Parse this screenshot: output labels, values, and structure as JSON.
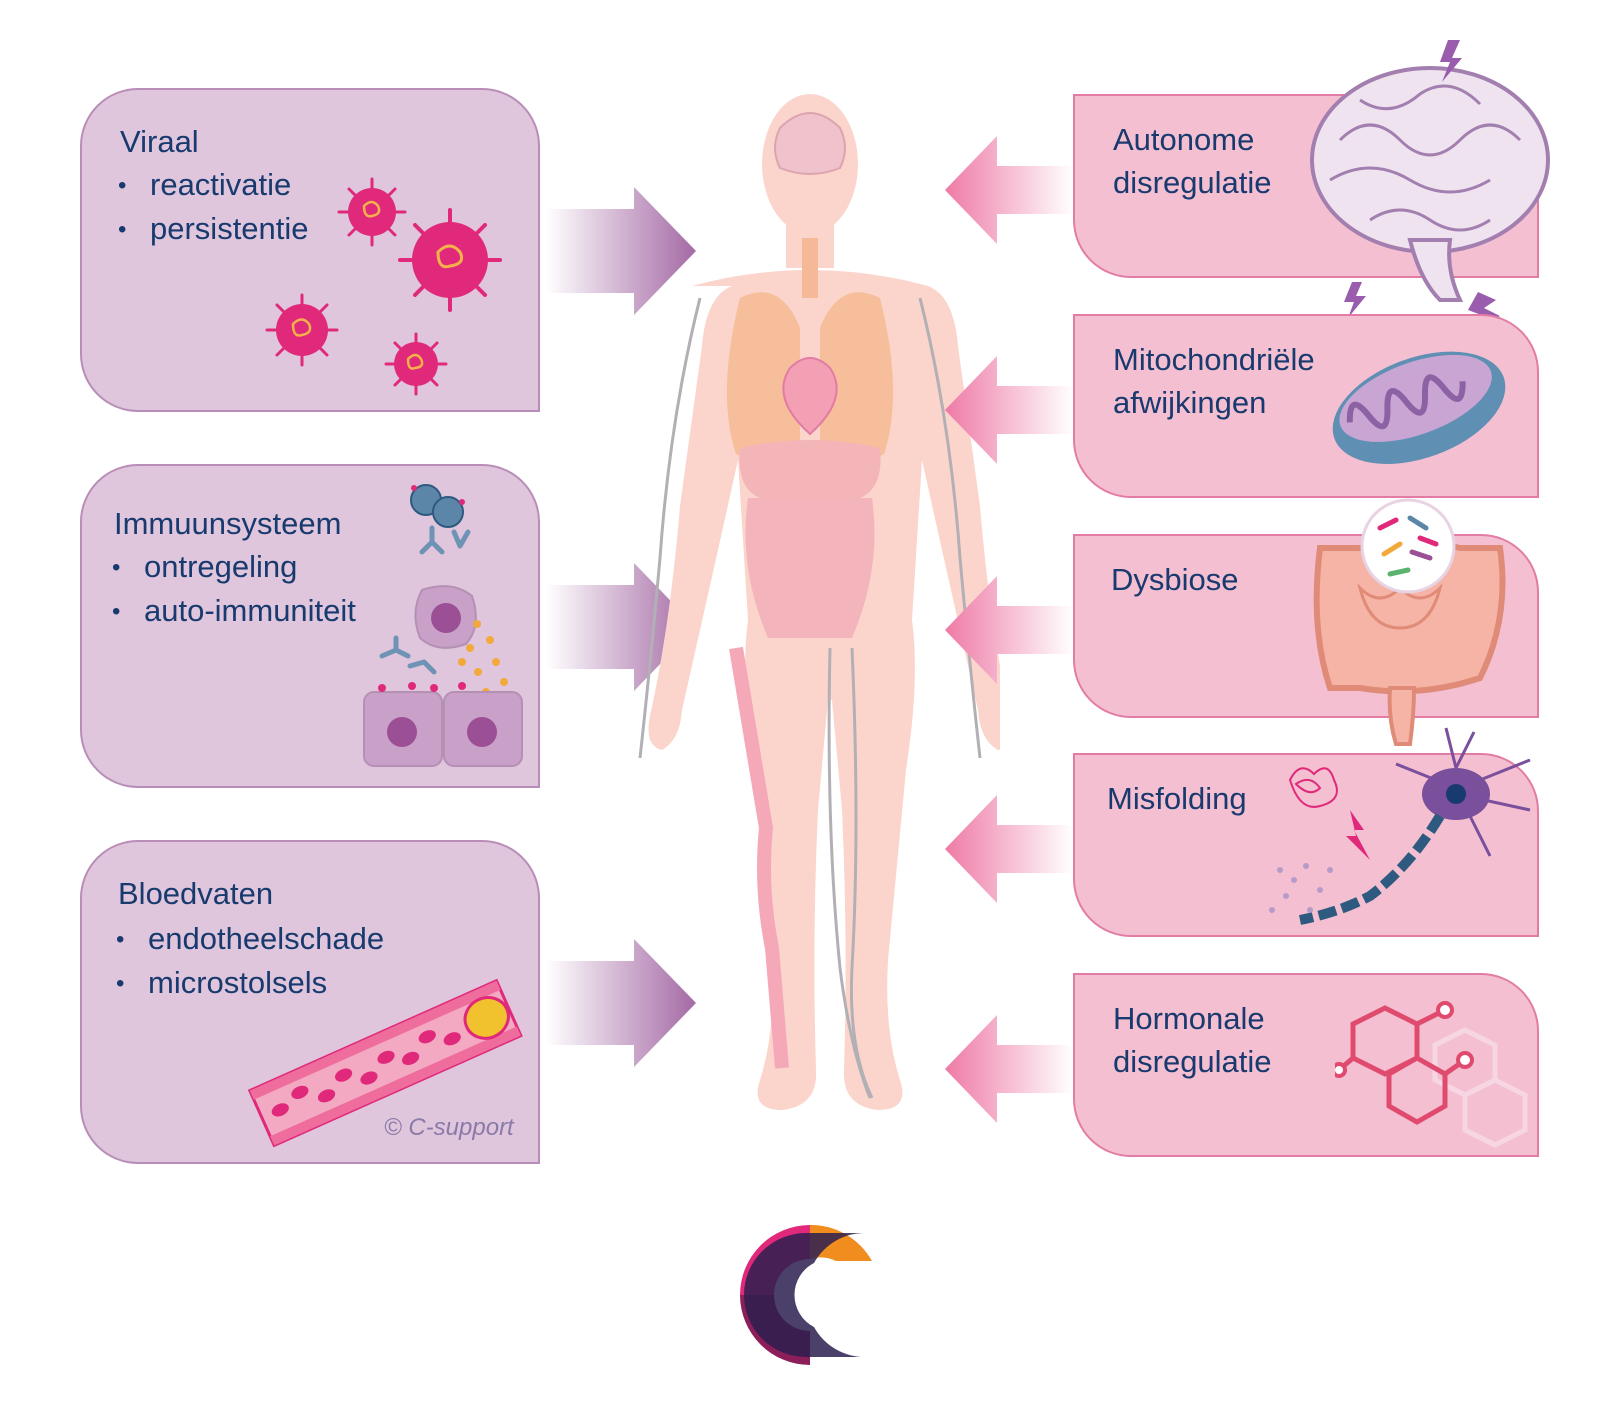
{
  "left_boxes": [
    {
      "title": "Viraal",
      "items": [
        "reactivatie",
        "persistentie"
      ]
    },
    {
      "title": "Immuunsysteem",
      "items": [
        "ontregeling",
        "auto-immuniteit"
      ]
    },
    {
      "title": "Bloedvaten",
      "items": [
        "endotheelschade",
        "microstolsels"
      ]
    }
  ],
  "right_boxes": [
    {
      "title": "Autonome\ndisregulatie",
      "icon": "brain-icon"
    },
    {
      "title": "Mitochondriële\nafwijkingen",
      "icon": "mitochondrion-icon"
    },
    {
      "title": "Dysbiose",
      "icon": "intestine-icon"
    },
    {
      "title": "Misfolding",
      "icon": "neuron-icon"
    },
    {
      "title": "Hormonale\ndisregulatie",
      "icon": "molecule-icon"
    }
  ],
  "copyright": "© C-support",
  "colors": {
    "left_box": "#dfc6dc",
    "right_box": "#f4bfd1",
    "text": "#193a6e",
    "arrow_left": "#a46aa4",
    "arrow_right": "#ee7aa6",
    "virus": "#e0297a"
  }
}
